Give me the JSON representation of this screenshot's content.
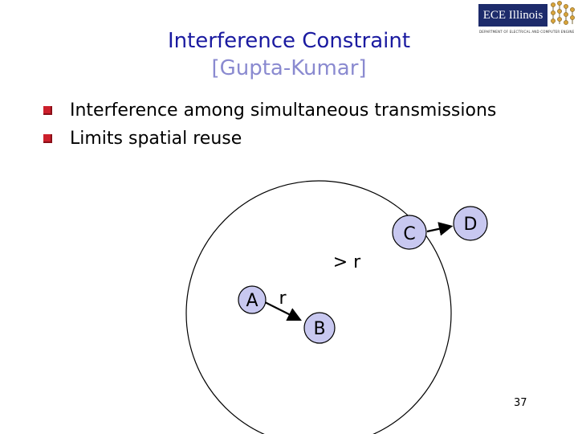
{
  "slide": {
    "title": "Interference Constraint",
    "subtitle": "[Gupta-Kumar]",
    "bullets": [
      "Interference among simultaneous transmissions",
      "Limits spatial reuse"
    ],
    "page_number": "37"
  },
  "logo": {
    "name": "ECE Illinois",
    "tagline": "DEPARTMENT OF ELECTRICAL AND COMPUTER ENGINEERING"
  },
  "diagram": {
    "nodes": {
      "A": "A",
      "B": "B",
      "C": "C",
      "D": "D"
    },
    "labels": {
      "r": "r",
      "greater_r": "> r"
    },
    "colors": {
      "node_fill": "#c8c8f0",
      "bullet": "#cc1f2b",
      "title": "#1a1aa0"
    }
  }
}
